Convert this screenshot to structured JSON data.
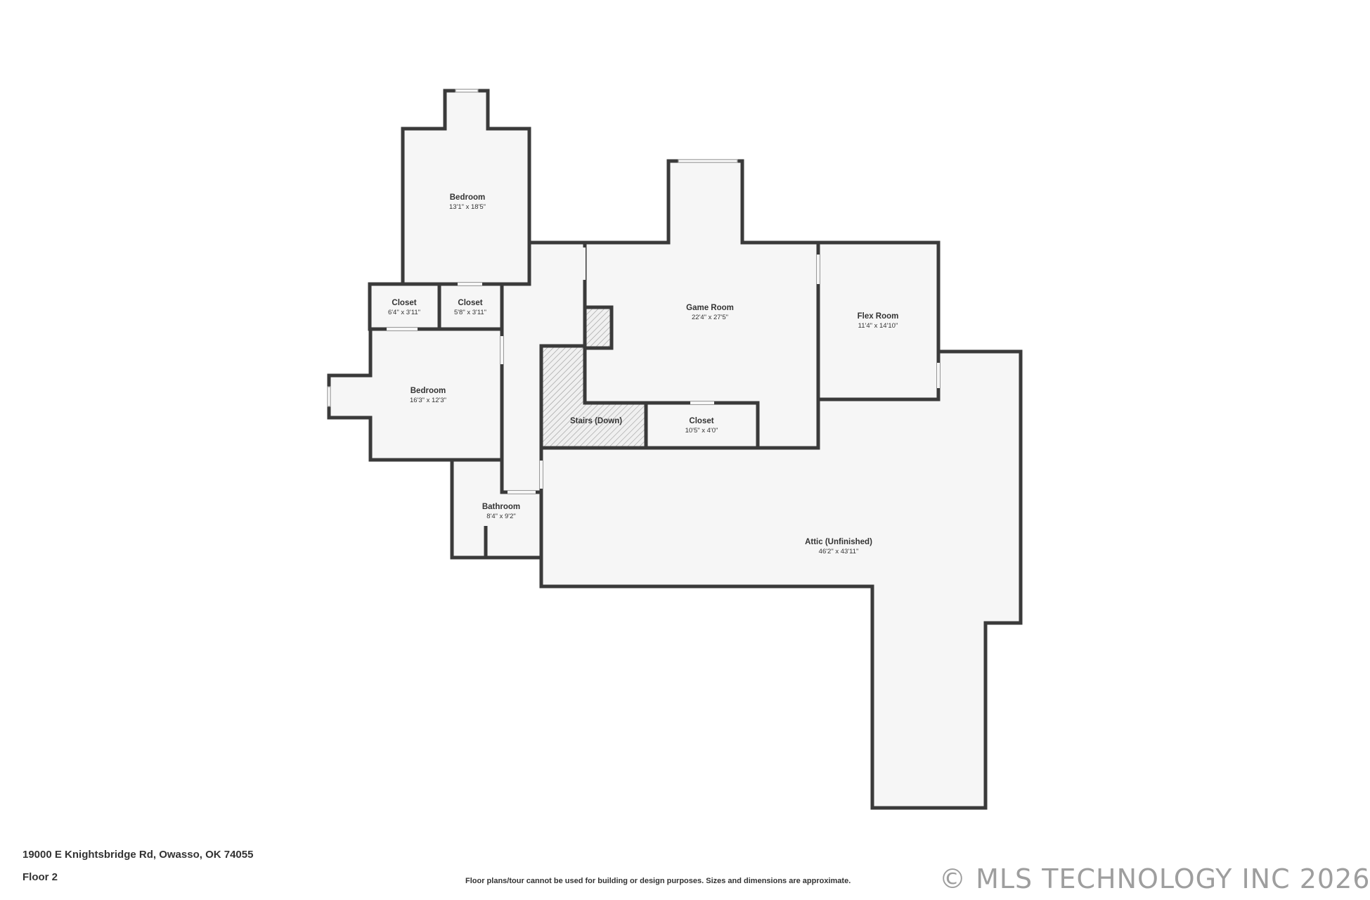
{
  "rooms": [
    {
      "name": "Bedroom",
      "dims": "13'1\" x 18'5\""
    },
    {
      "name": "Closet",
      "dims": "6'4\" x 3'11\""
    },
    {
      "name": "Closet",
      "dims": "5'8\" x 3'11\""
    },
    {
      "name": "Bedroom",
      "dims": "16'3\" x 12'3\""
    },
    {
      "name": "Bathroom",
      "dims": "8'4\" x 9'2\""
    },
    {
      "name": "Game Room",
      "dims": "22'4\" x 27'5\""
    },
    {
      "name": "Flex Room",
      "dims": "11'4\" x 14'10\""
    },
    {
      "name": "Stairs (Down)",
      "dims": ""
    },
    {
      "name": "Closet",
      "dims": "10'5\" x 4'0\""
    },
    {
      "name": "Attic (Unfinished)",
      "dims": "46'2\" x 43'11\""
    }
  ],
  "footer": {
    "address": "19000 E Knightsbridge Rd, Owasso, OK 74055",
    "floor": "Floor 2",
    "disclaimer": "Floor plans/tour cannot be used for building or design purposes. Sizes and dimensions are approximate.",
    "watermark": "© MLS TECHNOLOGY INC 2026"
  }
}
